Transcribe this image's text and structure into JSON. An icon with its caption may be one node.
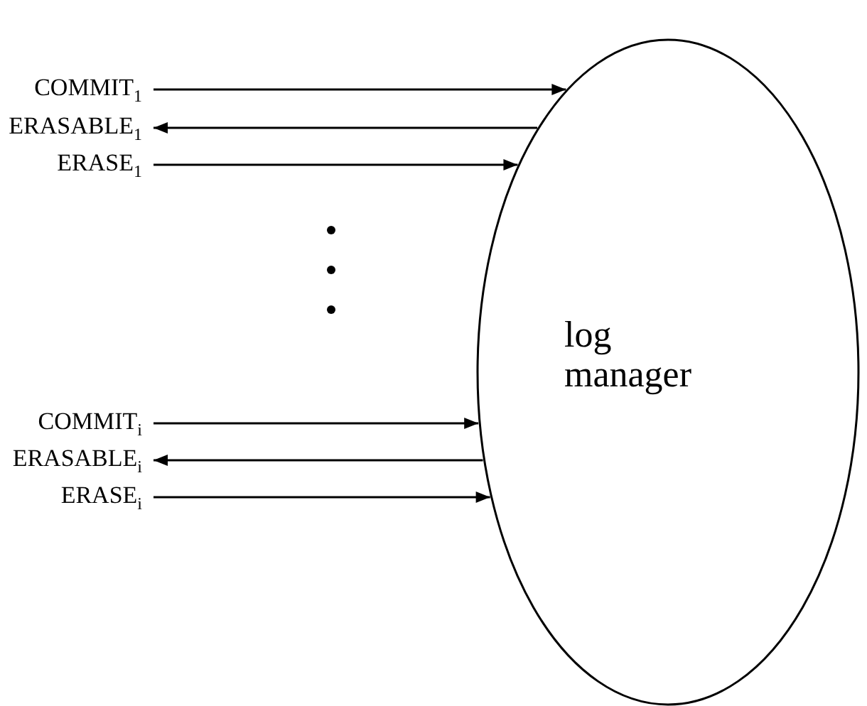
{
  "diagram": {
    "nodes": [
      {
        "text": [
          "COMMIT$_{1}$"
        ]
      },
      {
        "text": [
          "ERASABLE$_{1}$"
        ]
      },
      {
        "text": [
          "ERASE$_{1}$"
        ]
      },
      {
        "text": [
          "COMMIT$_{i}$"
        ]
      },
      {
        "text": [
          "ERASABLE$_{i}$"
        ]
      },
      {
        "text": [
          "ERASE$_{i}$"
        ]
      },
      {
        "text": [
          "log manager"
        ]
      }
    ],
    "edges": [
      {
        "from": 0,
        "to": 6,
        "arrow": "to"
      },
      {
        "from": 6,
        "to": 1,
        "arrow": "to"
      },
      {
        "from": 2,
        "to": 6,
        "arrow": "to"
      },
      {
        "from": 3,
        "to": 6,
        "arrow": "to"
      },
      {
        "from": 6,
        "to": 4,
        "arrow": "to"
      },
      {
        "from": 5,
        "to": 6,
        "arrow": "to"
      }
    ]
  }
}
